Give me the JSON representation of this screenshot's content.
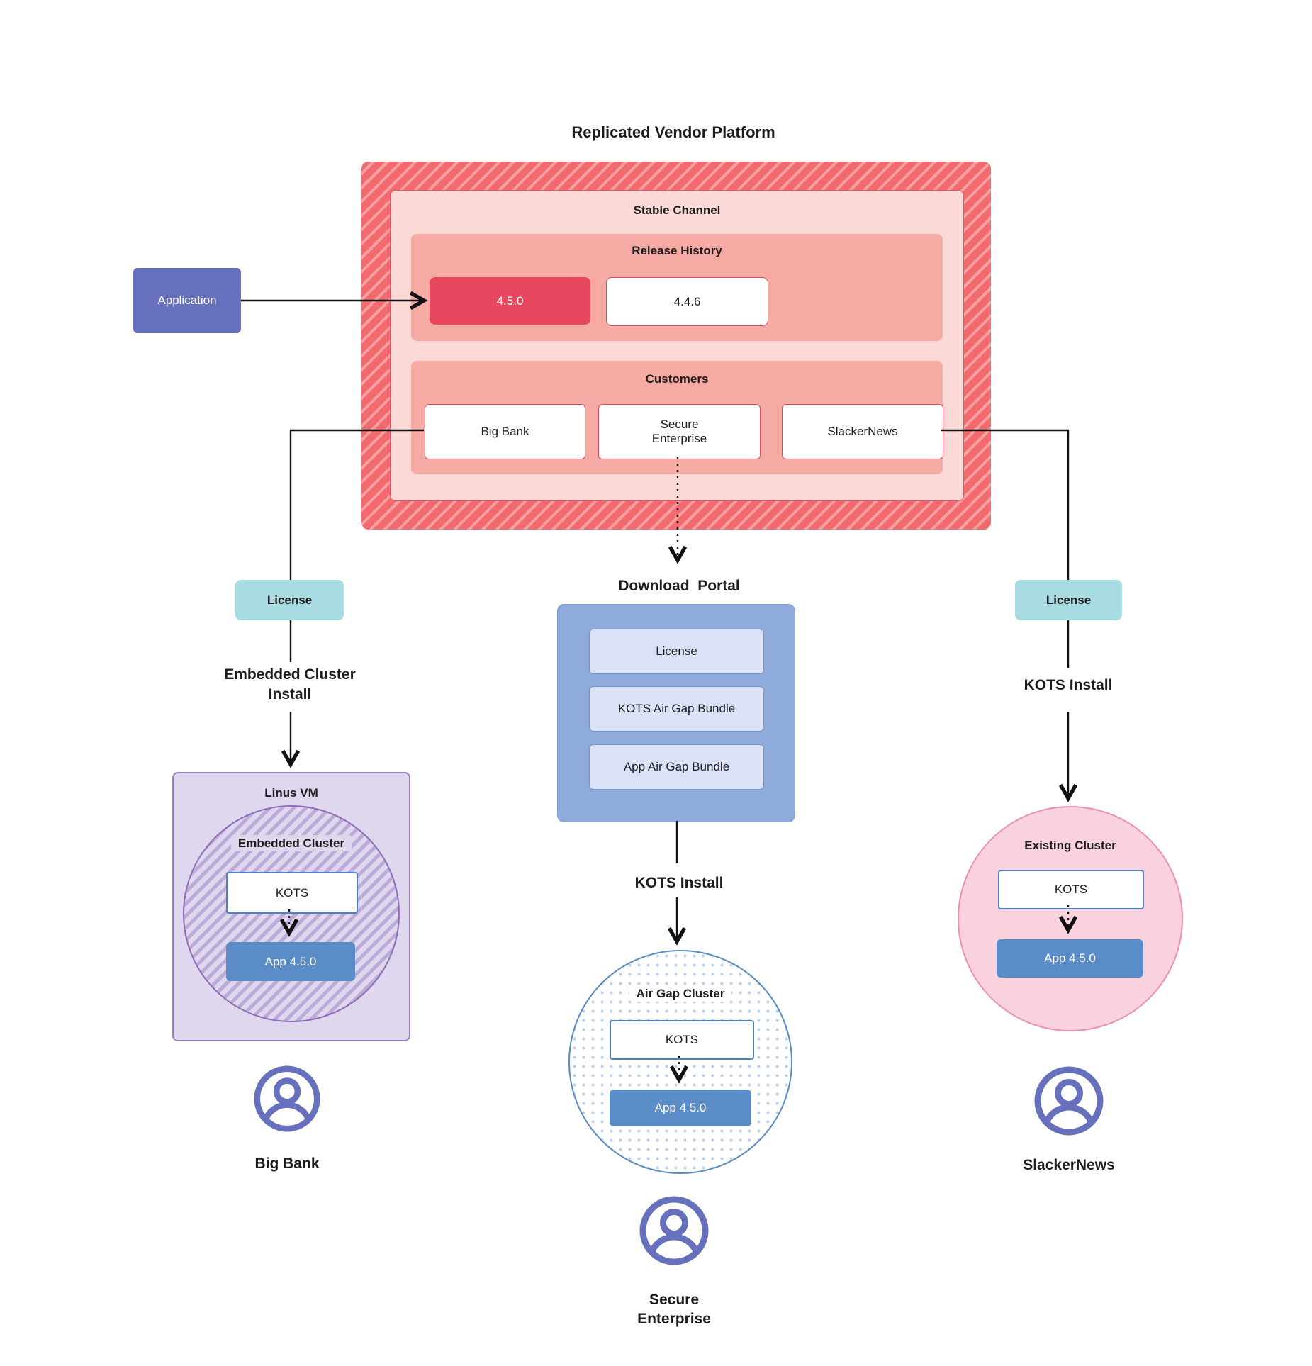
{
  "title": "Replicated Vendor Platform",
  "platform": {
    "stable_channel": {
      "label": "Stable Channel",
      "release_history": {
        "label": "Release History",
        "releases": [
          {
            "version": "4.5.0",
            "highlighted": true
          },
          {
            "version": "4.4.6",
            "highlighted": false
          }
        ]
      },
      "customers": {
        "label": "Customers",
        "items": [
          "Big Bank",
          "Secure Enterprise",
          "SlackerNews"
        ]
      }
    }
  },
  "application": {
    "label": "Application"
  },
  "left_branch": {
    "license_label": "License",
    "install_label": "Embedded Cluster Install",
    "vm": {
      "label": "Linus VM",
      "cluster_label": "Embedded Cluster",
      "kots_label": "KOTS",
      "app_label": "App 4.5.0"
    },
    "user_label": "Big Bank"
  },
  "middle_branch": {
    "portal_label": "Download  Portal",
    "portal_items": [
      "License",
      "KOTS Air Gap Bundle",
      "App Air Gap Bundle"
    ],
    "install_label": "KOTS Install",
    "cluster": {
      "label": "Air Gap Cluster",
      "kots_label": "KOTS",
      "app_label": "App 4.5.0"
    },
    "user_label": "Secure Enterprise"
  },
  "right_branch": {
    "license_label": "License",
    "install_label": "KOTS Install",
    "cluster": {
      "label": "Existing Cluster",
      "kots_label": "KOTS",
      "app_label": "App 4.5.0"
    },
    "user_label": "SlackerNews"
  },
  "colors": {
    "platform_red": "#f26a6e",
    "platform_stripe": "#f7a0a3",
    "stable_pink": "#fbd9d6",
    "salmon": "#f5aba3",
    "release_highlight": "#e9465f",
    "red_border": "#e8445f",
    "application_indigo": "#6770bd",
    "license_teal": "#a9dbe2",
    "portal_blue": "#8fabdc",
    "portal_item": "#dbe2f7",
    "app_blue": "#5a8cc7",
    "kots_border_blue": "#4d80c0",
    "vm_lavender": "#ded7ee",
    "cluster_purple": "#8f6cb8",
    "existing_pink": "#f9d2dd",
    "existing_border": "#ee8fae",
    "airgap_dot": "#b9cfed",
    "user_icon_purple": "#6770bd",
    "connector_black": "#111111"
  }
}
